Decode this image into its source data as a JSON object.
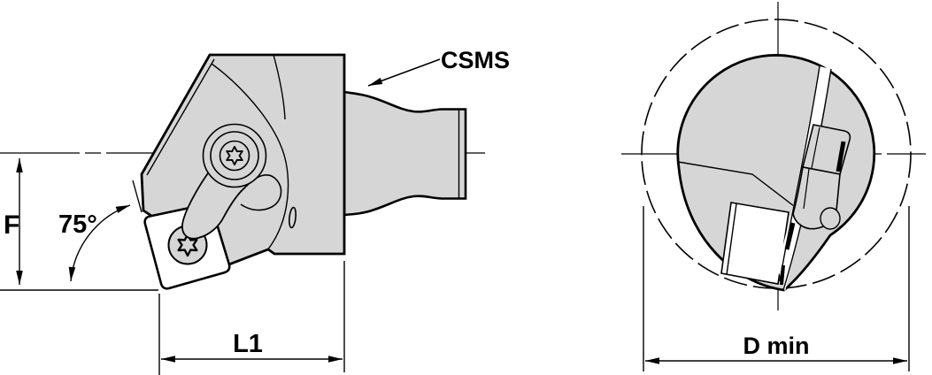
{
  "figure": {
    "type": "technical-drawing",
    "background": "#ffffff",
    "line_color": "#000000",
    "body_fill": "#d6d6d6",
    "insert_fill": "#ffffff"
  },
  "labels": {
    "part_callout": "CSMS",
    "dim_f": "F",
    "lead_angle": "75°",
    "dim_l1": "L1",
    "dim_d_min": "D min"
  }
}
